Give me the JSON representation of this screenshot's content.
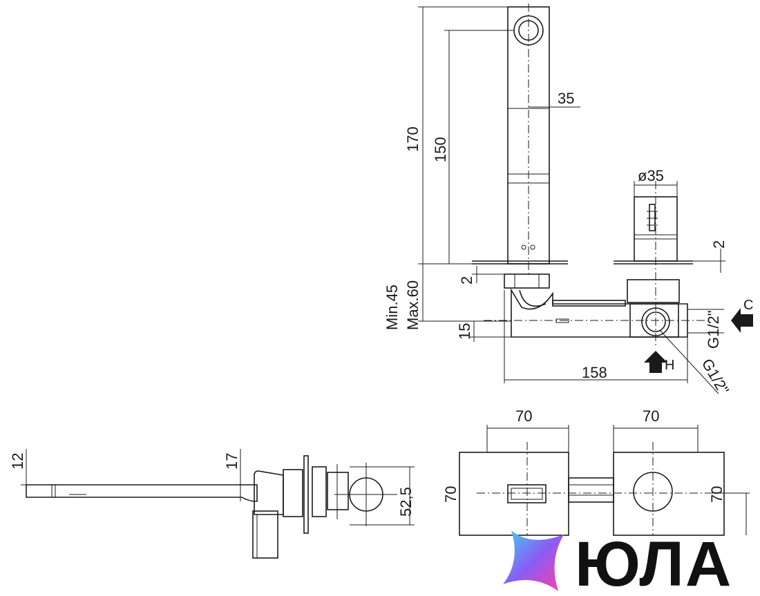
{
  "dimensions": {
    "d170": "170",
    "d150": "150",
    "d35": "35",
    "dia35": "ø35",
    "d2_left": "2",
    "d2_right": "2",
    "min45": "Min.45",
    "max60": "Max.60",
    "d15": "15",
    "d158": "158",
    "d12": "12",
    "d17": "17",
    "d52_5": "52,5",
    "d70_top_left": "70",
    "d70_top_right": "70",
    "d70_side_left": "70",
    "d70_side_right": "70"
  },
  "connections": {
    "cold_label": "C",
    "hot_label": "H",
    "thread_right": "G1/2\"",
    "thread_bottom": "G1/2\""
  },
  "logo": {
    "text": "ЮЛА",
    "colors": [
      "#3fd2f0",
      "#8b5cf6",
      "#ff3ea5"
    ]
  }
}
